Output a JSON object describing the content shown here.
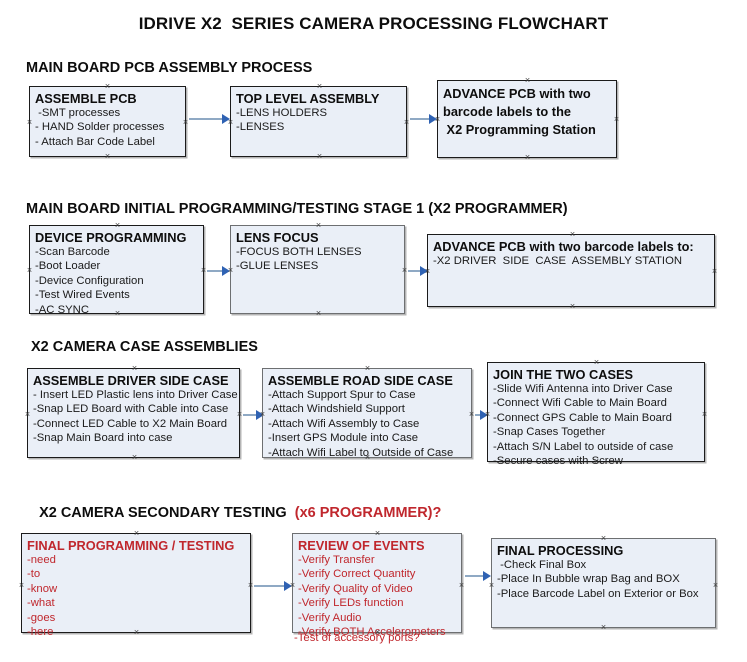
{
  "title": "IDRIVE X2  SERIES CAMERA PROCESSING FLOWCHART",
  "colors": {
    "box_fill": "#eaeff7",
    "box_border": "#1b1b1b",
    "accent_red": "#c0272d",
    "arrow_shaft": "#8fa9c4",
    "arrow_head": "#2f62b3",
    "text": "#0d0d0d"
  },
  "sections": [
    {
      "id": "main-board-pcb-assembly-process",
      "heading": "MAIN BOARD PCB ASSEMBLY PROCESS",
      "heading_accent": ""
    },
    {
      "id": "main-board-initial-programming",
      "heading": "MAIN BOARD INITIAL PROGRAMMING/TESTING STAGE 1 (X2 PROGRAMMER)",
      "heading_accent": ""
    },
    {
      "id": "x2-camera-case-assemblies",
      "heading": "X2 CAMERA CASE ASSEMBLIES",
      "heading_accent": ""
    },
    {
      "id": "x2-camera-secondary-testing",
      "heading": "X2 CAMERA SECONDARY TESTING  ",
      "heading_accent": "(x6 PROGRAMMER)?"
    }
  ],
  "boxes": {
    "assemble_pcb": {
      "title": "ASSEMBLE PCB",
      "lines": [
        " -SMT processes",
        "- HAND Solder processes",
        "- Attach Bar Code Label"
      ]
    },
    "top_level_assembly": {
      "title": "TOP LEVEL ASSEMBLY",
      "lines": [
        "-LENS HOLDERS",
        "-LENSES"
      ]
    },
    "advance_pcb_station": {
      "title_lines": [
        "ADVANCE PCB with two",
        "barcode labels to the",
        " X2 Programming Station"
      ],
      "lines": []
    },
    "device_programming": {
      "title": "DEVICE PROGRAMMING",
      "lines": [
        "-Scan Barcode",
        "-Boot Loader",
        "-Device Configuration",
        "-Test Wired Events",
        "-AC SYNC"
      ]
    },
    "lens_focus": {
      "title": "LENS FOCUS",
      "lines": [
        "-FOCUS BOTH LENSES",
        "-GLUE LENSES"
      ]
    },
    "advance_pcb_driver_side": {
      "title": "ADVANCE PCB with two barcode labels to:",
      "lines": [
        "-X2 DRIVER  SIDE  CASE  ASSEMBLY STATION"
      ]
    },
    "assemble_driver_side_case": {
      "title": "ASSEMBLE DRIVER SIDE CASE",
      "lines": [
        "- Insert LED Plastic lens into Driver Case",
        "-Snap LED Board with Cable into Case",
        "-Connect LED Cable to X2 Main Board",
        "-Snap Main Board into case"
      ]
    },
    "assemble_road_side_case": {
      "title": "ASSEMBLE ROAD SIDE CASE",
      "lines": [
        "-Attach Support Spur to Case",
        "-Attach Windshield Support",
        "-Attach Wifi Assembly to Case",
        "-Insert GPS Module into Case",
        "-Attach Wifi Label to Outside of Case"
      ]
    },
    "join_the_two_cases": {
      "title": "JOIN THE TWO CASES",
      "lines": [
        "-Slide Wifi Antenna into Driver Case",
        "-Connect Wifi Cable to Main Board",
        "-Connect GPS Cable to Main Board",
        "-Snap Cases Together",
        "-Attach S/N Label to outside of case",
        "-Secure cases with Screw"
      ]
    },
    "final_programming_testing": {
      "title": "FINAL PROGRAMMING / TESTING",
      "lines": [
        "-need",
        "-to",
        "-know",
        "-what",
        "-goes",
        "-here"
      ]
    },
    "review_of_events": {
      "title": "REVIEW OF EVENTS",
      "lines": [
        "-Verify Transfer",
        "-Verify Correct Quantity",
        "-Verify Quality of Video",
        "-Verify LEDs function",
        "-Verify Audio",
        "-Verify BOTH Accelerometers"
      ],
      "overflow_line": "-Test of accessory ports?"
    },
    "final_processing": {
      "title": "FINAL PROCESSING",
      "lines": [
        " -Check Final Box",
        "-Place In Bubble wrap Bag and BOX",
        "-Place Barcode Label on Exterior or Box"
      ]
    }
  }
}
